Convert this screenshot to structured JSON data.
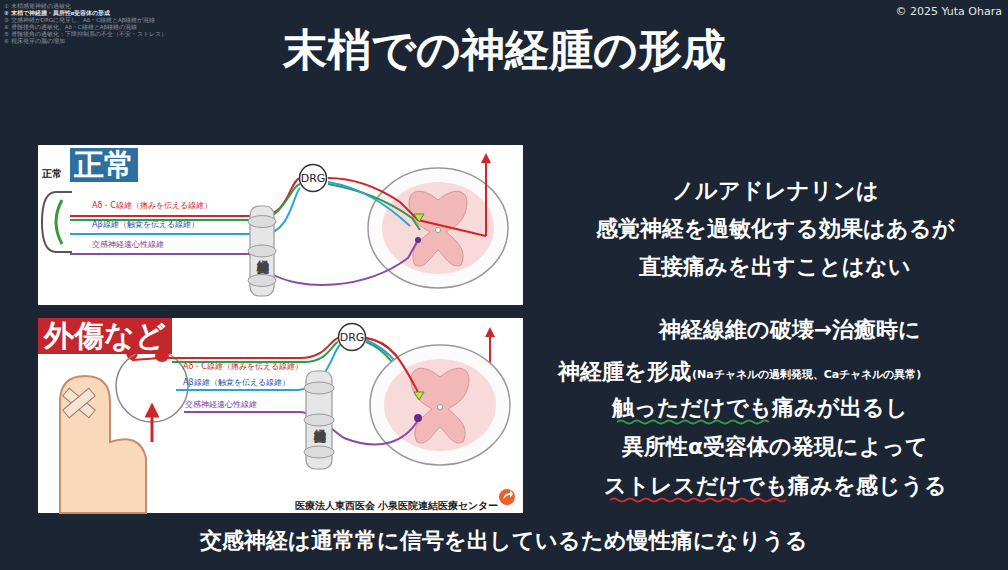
{
  "diagram": {
    "title": "末梢での神経腫の形成",
    "caption": "交感神経は通常常に信号を出しているため慢性痛になりうる",
    "nodes": [
      {
        "text": [
          "正常",
          "正常",
          "Aδ・C線維（痛みを伝える線維）",
          "Aβ線維（触覚を伝える線維）",
          "交感神経遠心性線維"
        ]
      },
      {
        "text": [
          "交感神経幹"
        ],
        "in": 0
      },
      {
        "text": [
          "DRG"
        ],
        "in": 0
      },
      {
        "text": [
          "外傷など",
          "Aδ・C線維（痛みを伝える線維）",
          "Aβ線維（触覚を伝える線維）",
          "交感神経遠心性線維"
        ]
      },
      {
        "text": [
          "交感神経幹"
        ],
        "in": 3
      },
      {
        "text": [
          "DRG"
        ],
        "in": 3
      }
    ],
    "labels": [
      "① 末梢感覚神経の過敏化",
      "② 末梢で神経腫・異所性α受容体の形成",
      "③ 交感神経がDRGに発芽し、Aδ・C線維とAβ線維が混線",
      "④ 脊髄後角の過敏化、Aδ・C線維とAβ線維の混線",
      "⑤ 脊髄後角の過敏化：下降抑制系の不全（不安・ストレス）",
      "⑥ 視床発芽の脳の増加",
      "© 2025 Yuta Ohara",
      "医療法人東西医会 小泉医院連結医療センター",
      "ノルアドレナリンは 感覚神経を過敏化する効果はあるが 直接痛みを出すことはない",
      "神経線維の破壊→治癒時に",
      "神経腫を形成",
      "(Naチャネルの過剰発現、Caチャネルの異常)",
      "触っただけでも痛みが出るし",
      "異所性α受容体の発現によって",
      "ストレスだけでも痛みを感じうる"
    ]
  }
}
